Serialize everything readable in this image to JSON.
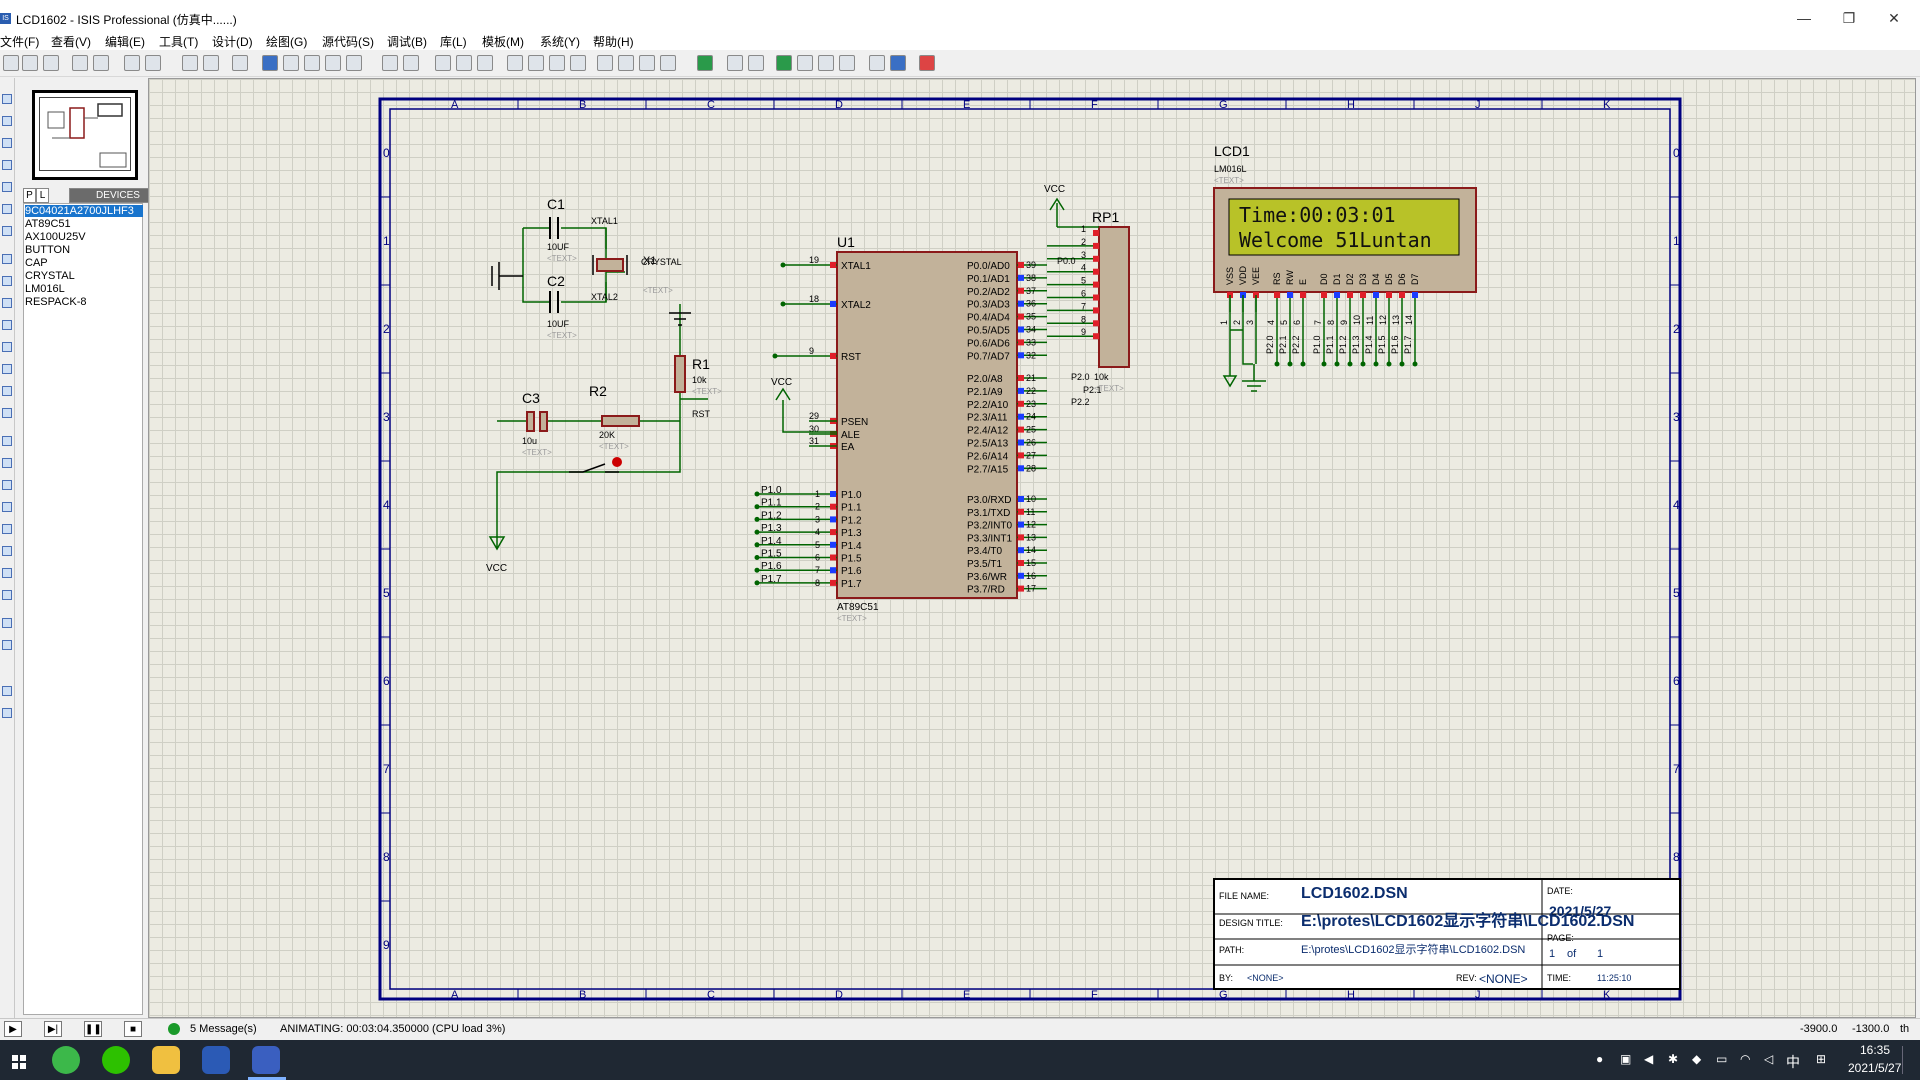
{
  "window": {
    "title": "LCD1602 - ISIS Professional (仿真中......)",
    "icon_text": "IS",
    "minimize": "—",
    "restore": "❐",
    "close": "✕"
  },
  "menu": [
    "文件(F)",
    "查看(V)",
    "编辑(E)",
    "工具(T)",
    "设计(D)",
    "绘图(G)",
    "源代码(S)",
    "调试(B)",
    "库(L)",
    "模板(M)",
    "系统(Y)",
    "帮助(H)"
  ],
  "devices": {
    "tab_p": "P",
    "tab_l": "L",
    "header": "DEVICES",
    "items": [
      "9C04021A2700JLHF3",
      "AT89C51",
      "AX100U25V",
      "BUTTON",
      "CAP",
      "CRYSTAL",
      "LM016L",
      "RESPACK-8"
    ]
  },
  "frame": {
    "columns": [
      "A",
      "B",
      "C",
      "D",
      "E",
      "F",
      "G",
      "H",
      "J",
      "K"
    ],
    "rows": [
      "0",
      "1",
      "2",
      "3",
      "4",
      "5",
      "6",
      "7",
      "8",
      "9"
    ]
  },
  "components": {
    "c1": {
      "ref": "C1",
      "value": "10UF",
      "text": "<TEXT>"
    },
    "c2": {
      "ref": "C2",
      "value": "10UF",
      "text": "<TEXT>"
    },
    "x1": {
      "ref": "X1",
      "value": "CRYSTAL",
      "text": "<TEXT>"
    },
    "c3": {
      "ref": "C3",
      "value": "10u",
      "text": "<TEXT>"
    },
    "r1": {
      "ref": "R1",
      "value": "10k",
      "text": "<TEXT>"
    },
    "r2": {
      "ref": "R2",
      "value": "20K",
      "text": "<TEXT>"
    },
    "rp1": {
      "ref": "RP1",
      "value": "10k",
      "text": "<TEXT>"
    },
    "u1": {
      "ref": "U1",
      "part": "AT89C51",
      "text": "<TEXT>"
    },
    "lcd1": {
      "ref": "LCD1",
      "part": "LM016L",
      "text": "<TEXT>"
    }
  },
  "net_labels": {
    "xtal1": "XTAL1",
    "xtal2": "XTAL2",
    "rst": "RST",
    "vcc": "VCC"
  },
  "mcu_left_pins": [
    {
      "num": "19",
      "name": "XTAL1"
    },
    {
      "num": "18",
      "name": "XTAL2"
    },
    {
      "num": "9",
      "name": "RST"
    },
    {
      "num": "29",
      "name": "PSEN"
    },
    {
      "num": "30",
      "name": "ALE"
    },
    {
      "num": "31",
      "name": "EA"
    }
  ],
  "mcu_p1_pins": [
    {
      "num": "1",
      "name": "P1.0"
    },
    {
      "num": "2",
      "name": "P1.1"
    },
    {
      "num": "3",
      "name": "P1.2"
    },
    {
      "num": "4",
      "name": "P1.3"
    },
    {
      "num": "5",
      "name": "P1.4"
    },
    {
      "num": "6",
      "name": "P1.5"
    },
    {
      "num": "7",
      "name": "P1.6"
    },
    {
      "num": "8",
      "name": "P1.7"
    }
  ],
  "mcu_p0_pins": [
    {
      "num": "39",
      "name": "P0.0/AD0"
    },
    {
      "num": "38",
      "name": "P0.1/AD1"
    },
    {
      "num": "37",
      "name": "P0.2/AD2"
    },
    {
      "num": "36",
      "name": "P0.3/AD3"
    },
    {
      "num": "35",
      "name": "P0.4/AD4"
    },
    {
      "num": "34",
      "name": "P0.5/AD5"
    },
    {
      "num": "33",
      "name": "P0.6/AD6"
    },
    {
      "num": "32",
      "name": "P0.7/AD7"
    }
  ],
  "mcu_p2_pins": [
    {
      "num": "21",
      "name": "P2.0/A8"
    },
    {
      "num": "22",
      "name": "P2.1/A9"
    },
    {
      "num": "23",
      "name": "P2.2/A10"
    },
    {
      "num": "24",
      "name": "P2.3/A11"
    },
    {
      "num": "25",
      "name": "P2.4/A12"
    },
    {
      "num": "26",
      "name": "P2.5/A13"
    },
    {
      "num": "27",
      "name": "P2.6/A14"
    },
    {
      "num": "28",
      "name": "P2.7/A15"
    }
  ],
  "mcu_p3_pins": [
    {
      "num": "10",
      "name": "P3.0/RXD"
    },
    {
      "num": "11",
      "name": "P3.1/TXD"
    },
    {
      "num": "12",
      "name": "P3.2/INT0"
    },
    {
      "num": "13",
      "name": "P3.3/INT1"
    },
    {
      "num": "14",
      "name": "P3.4/T0"
    },
    {
      "num": "15",
      "name": "P3.5/T1"
    },
    {
      "num": "16",
      "name": "P3.6/WR"
    },
    {
      "num": "17",
      "name": "P3.7/RD"
    }
  ],
  "rp1_labels": {
    "p00": "P0.0",
    "p20": "P2.0",
    "p21": "P2.1",
    "p22": "P2.2"
  },
  "rp1_pins": [
    "1",
    "2",
    "3",
    "4",
    "5",
    "6",
    "7",
    "8",
    "9"
  ],
  "lcd": {
    "line1": "Time:00:03:01",
    "line2": "Welcome 51Luntan",
    "pin_names": [
      "VSS",
      "VDD",
      "VEE",
      "RS",
      "RW",
      "E",
      "D0",
      "D1",
      "D2",
      "D3",
      "D4",
      "D5",
      "D6",
      "D7"
    ],
    "pin_nums": [
      "1",
      "2",
      "3",
      "4",
      "5",
      "6",
      "7",
      "8",
      "9",
      "10",
      "11",
      "12",
      "13",
      "14"
    ],
    "nets": [
      "P2.0",
      "P2.1",
      "P2.2",
      "P1.0",
      "P1.1",
      "P1.2",
      "P1.3",
      "P1.4",
      "P1.5",
      "P1.6",
      "P1.7"
    ]
  },
  "title_block": {
    "file_name_label": "FILE NAME:",
    "file_name": "LCD1602.DSN",
    "date_label": "DATE:",
    "date": "2021/5/27",
    "design_title_label": "DESIGN TITLE:",
    "design_title": "E:\\protes\\LCD1602显示字符串\\LCD1602.DSN",
    "page_label": "PAGE:",
    "page": "1",
    "of": "of",
    "pages": "1",
    "path_label": "PATH:",
    "path": "E:\\protes\\LCD1602显示字符串\\LCD1602.DSN",
    "by_label": "BY:",
    "by": "<NONE>",
    "rev_label": "REV:",
    "rev": "<NONE>",
    "time_label": "TIME:",
    "time": "11:25:10"
  },
  "status": {
    "messages": "5 Message(s)",
    "animating": "ANIMATING: 00:03:04.350000 (CPU load 3%)",
    "coord_x": "-3900.0",
    "coord_y": "-1300.0",
    "unit": "th"
  },
  "taskbar": {
    "time": "16:35",
    "date": "2021/5/27",
    "ime": "中"
  },
  "colors": {
    "wire": "#006400",
    "component": "#8b1a1a",
    "frame": "#000080",
    "lcd_screen": "#b8c228",
    "pin_blue": "#1b3cff",
    "pin_red": "#e0202a"
  }
}
